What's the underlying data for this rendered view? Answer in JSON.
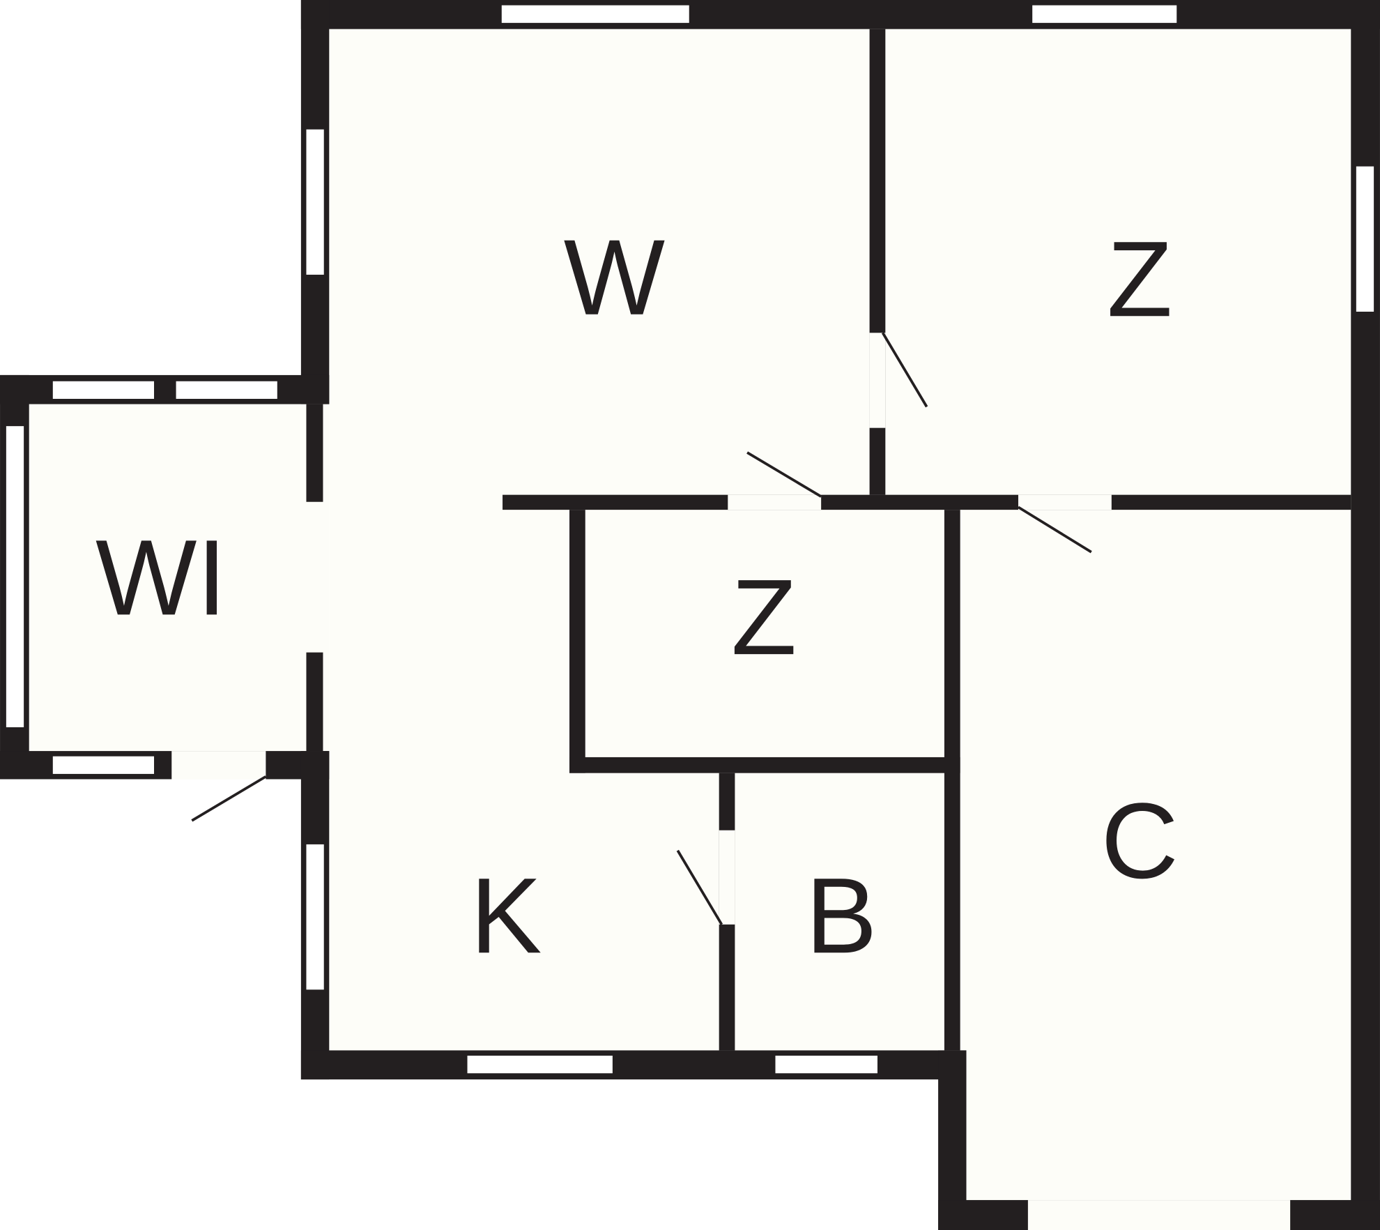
{
  "floorplan": {
    "rooms": [
      {
        "id": "living",
        "label": "W"
      },
      {
        "id": "bedroom-1",
        "label": "Z"
      },
      {
        "id": "wintergarden",
        "label": "WI"
      },
      {
        "id": "bedroom-2",
        "label": "Z"
      },
      {
        "id": "corridor",
        "label": "C"
      },
      {
        "id": "kitchen",
        "label": "K"
      },
      {
        "id": "bathroom",
        "label": "B"
      }
    ],
    "colors": {
      "wall": "#231f20",
      "floor": "#fdfdf8",
      "window": "#ffffff"
    }
  }
}
